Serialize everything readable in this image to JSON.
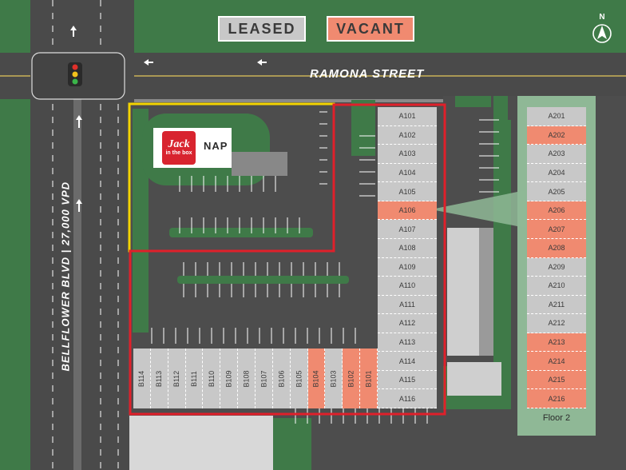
{
  "legend": {
    "leased": "LEASED",
    "vacant": "VACANT"
  },
  "colors": {
    "leased": "#c8c8c8",
    "vacant": "#f08a70",
    "grass": "#3f7a48",
    "asphalt": "#4a4a4a",
    "outline_red": "#e0202a",
    "outline_yellow": "#f4d400"
  },
  "streets": {
    "top": "RAMONA STREET",
    "left": "BELLFLOWER BLVD | 27,000 VPD"
  },
  "pad": {
    "tenant_logo": "Jack in the box",
    "logo_line1": "Jack",
    "logo_line2": "in the box",
    "label": "NAP"
  },
  "compass": {
    "label": "N"
  },
  "floor2": {
    "label": "Floor 2"
  },
  "units_a": [
    {
      "id": "A101",
      "status": "leased"
    },
    {
      "id": "A102",
      "status": "leased"
    },
    {
      "id": "A103",
      "status": "leased"
    },
    {
      "id": "A104",
      "status": "leased"
    },
    {
      "id": "A105",
      "status": "leased"
    },
    {
      "id": "A106",
      "status": "vacant"
    },
    {
      "id": "A107",
      "status": "leased"
    },
    {
      "id": "A108",
      "status": "leased"
    },
    {
      "id": "A109",
      "status": "leased"
    },
    {
      "id": "A110",
      "status": "leased"
    },
    {
      "id": "A111",
      "status": "leased"
    },
    {
      "id": "A112",
      "status": "leased"
    },
    {
      "id": "A113",
      "status": "leased"
    },
    {
      "id": "A114",
      "status": "leased"
    },
    {
      "id": "A115",
      "status": "leased"
    },
    {
      "id": "A116",
      "status": "leased"
    }
  ],
  "units_b": [
    {
      "id": "B114",
      "status": "leased"
    },
    {
      "id": "B113",
      "status": "leased"
    },
    {
      "id": "B112",
      "status": "leased"
    },
    {
      "id": "B111",
      "status": "leased"
    },
    {
      "id": "B110",
      "status": "leased"
    },
    {
      "id": "B109",
      "status": "leased"
    },
    {
      "id": "B108",
      "status": "leased"
    },
    {
      "id": "B107",
      "status": "leased"
    },
    {
      "id": "B106",
      "status": "leased"
    },
    {
      "id": "B105",
      "status": "leased"
    },
    {
      "id": "B104",
      "status": "vacant"
    },
    {
      "id": "B103",
      "status": "leased"
    },
    {
      "id": "B102",
      "status": "vacant"
    },
    {
      "id": "B101",
      "status": "vacant"
    }
  ],
  "units_floor2": [
    {
      "id": "A201",
      "status": "leased"
    },
    {
      "id": "A202",
      "status": "vacant"
    },
    {
      "id": "A203",
      "status": "leased"
    },
    {
      "id": "A204",
      "status": "leased"
    },
    {
      "id": "A205",
      "status": "leased"
    },
    {
      "id": "A206",
      "status": "vacant"
    },
    {
      "id": "A207",
      "status": "vacant"
    },
    {
      "id": "A208",
      "status": "vacant"
    },
    {
      "id": "A209",
      "status": "leased"
    },
    {
      "id": "A210",
      "status": "leased"
    },
    {
      "id": "A211",
      "status": "leased"
    },
    {
      "id": "A212",
      "status": "leased"
    },
    {
      "id": "A213",
      "status": "vacant"
    },
    {
      "id": "A214",
      "status": "vacant"
    },
    {
      "id": "A215",
      "status": "vacant"
    },
    {
      "id": "A216",
      "status": "vacant"
    }
  ]
}
